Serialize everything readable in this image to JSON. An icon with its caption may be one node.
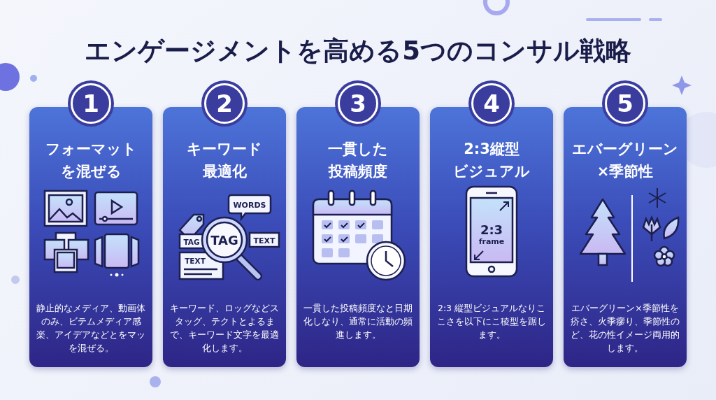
{
  "diagram": {
    "title": "エンゲージメントを高める5つのコンサル戦略",
    "nodes": [
      {
        "text": [
          "1",
          "フォーマットを混ぜる",
          "静止的なメディア、動画体のみ、ビテムメディア感楽、アイデアなどとをマッを混ぜる。"
        ]
      },
      {
        "text": [
          "2",
          "キーワード最適化",
          "キーワード、ロッグなどスタッグ、テクトとよるまで、キーワード文字を最適化します。"
        ]
      },
      {
        "text": [
          "3",
          "一貫した投稿頻度",
          "一貫した投稿頻度なと日期化しなり、通常に活動の頻進します。"
        ]
      },
      {
        "text": [
          "4",
          "2:3縦型ビジュアル",
          "2:3 縦型ビジュアルなりここさを以下にこ稜型を踞します。"
        ]
      },
      {
        "text": [
          "5",
          "エバーグリーン×季節性",
          "エバーグリーン×季節性を疥さ、火季瘳り、季節性のど、花の性イメージ両用的します。"
        ]
      }
    ],
    "labels": [
      "WORDS",
      "TAG",
      "TAG",
      "TEXT",
      "TEXT",
      "2:3",
      "frame"
    ]
  }
}
